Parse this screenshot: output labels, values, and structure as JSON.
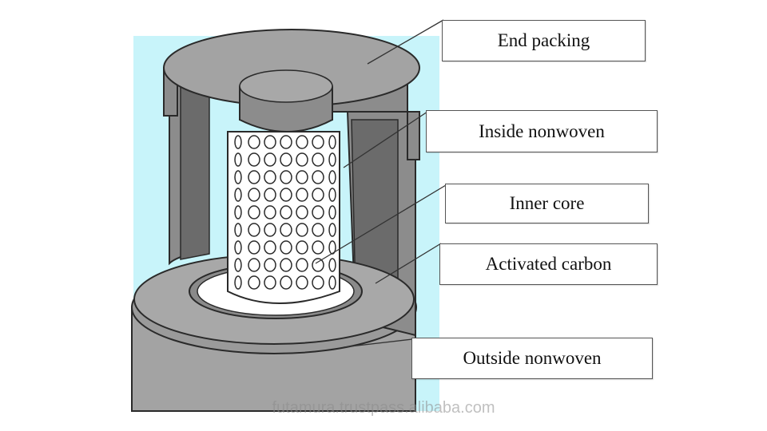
{
  "labels": {
    "end_packing": "End packing",
    "inside_nonwoven": "Inside nonwoven",
    "inner_core": "Inner core",
    "activated_carbon": "Activated carbon",
    "outside_nonwoven": "Outside nonwoven"
  },
  "watermark": "futamura.trustpass.alibaba.com",
  "colors": {
    "background_panel": "#c8f4fa",
    "cylinder_gray": "#a6a6a6",
    "carbon_dark": "#6b6b6b",
    "outline": "#2a2a2a",
    "core_fill": "#ffffff"
  }
}
